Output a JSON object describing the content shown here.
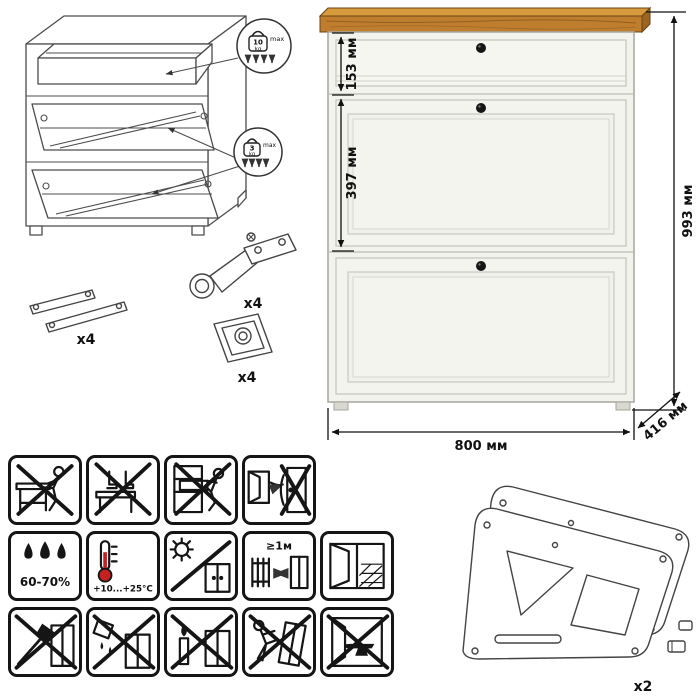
{
  "sheet": {
    "dimensions": {
      "drawer_height": "153 мм",
      "door_height": "397 мм",
      "total_height": "993 мм",
      "width": "800 мм",
      "depth": "416 мм"
    },
    "load_limits": {
      "drawer": {
        "value": "10",
        "unit": "kg",
        "max_label": "max"
      },
      "flap": {
        "value": "3",
        "unit": "kg",
        "max_label": "max"
      }
    },
    "hardware": {
      "stay_count": "x4",
      "hinge_count": "x4",
      "cam_count": "x4",
      "side_panel_count": "x2"
    },
    "care_labels": {
      "humidity": "60-70%",
      "temperature": "+10...+25°C",
      "min_distance": "≥1м"
    },
    "colors": {
      "wood": "#bf7e2e",
      "wood_light": "#d79a3c",
      "body": "#f3f3ee",
      "thermometer_red": "#c22222"
    }
  }
}
